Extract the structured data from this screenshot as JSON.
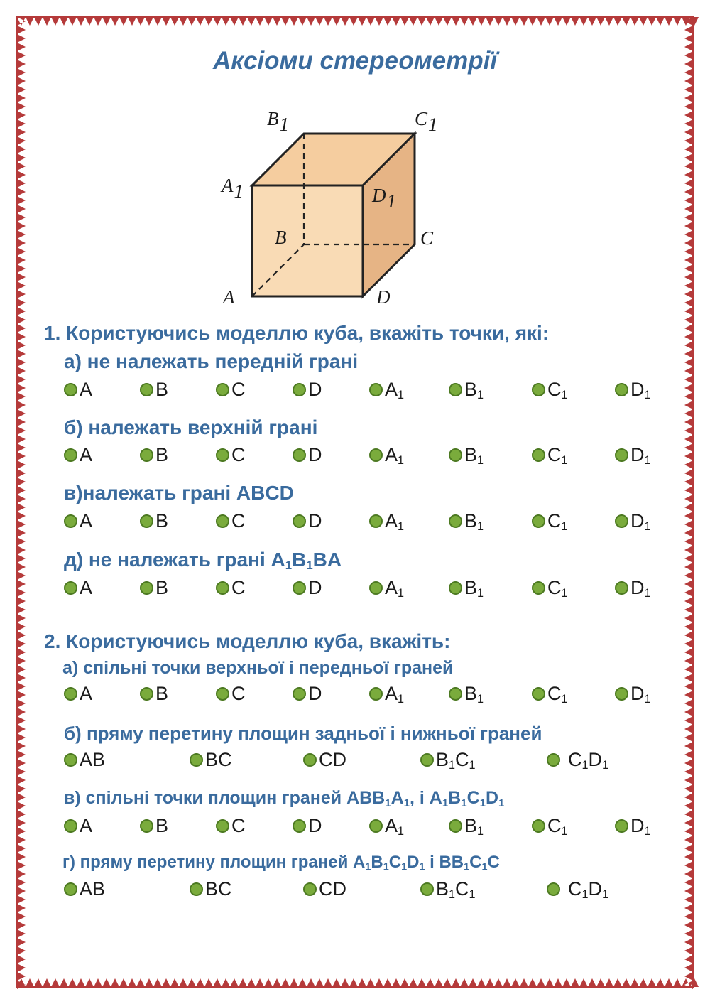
{
  "title": "Аксіоми стереометрії",
  "cube_labels": {
    "A": "A",
    "B": "B",
    "C": "C",
    "D": "D",
    "A1": "A",
    "B1": "B",
    "C1": "C",
    "D1": "D",
    "sub": "1"
  },
  "q1": {
    "heading": "1. Користуючись моделлю куба, вкажіть точки, які:",
    "a": "а) не належать передній грані",
    "b": "б) належать верхній грані",
    "c": "в)належать грані ABCD",
    "d": {
      "prefix": "д) не належать грані A",
      "p1": "1",
      "b": "B",
      "p2": "1",
      "suffix": "BA"
    }
  },
  "q2": {
    "heading": "2. Користуючись моделлю куба, вкажіть:",
    "a": "а) спільні точки верхньої і передньої граней",
    "b": "б) пряму перетину площин задньої і нижньої  граней",
    "c": {
      "t1": "в) спільні точки площин граней ABB",
      "s1": "1",
      "t2": "A",
      "s2": "1",
      "t3": ", і A",
      "s3": "1",
      "t4": "B",
      "s4": "1",
      "t5": "C",
      "s5": "1",
      "t6": "D",
      "s6": "1"
    },
    "d": {
      "t1": "г) пряму перетину площин граней A",
      "s1": "1",
      "t2": "B",
      "s2": "1",
      "t3": "C",
      "s3": "1",
      "t4": "D",
      "s4": "1",
      "t5": " і BB",
      "s5": "1",
      "t6": "C",
      "s6": "1",
      "t7": "C"
    }
  },
  "point_options": [
    {
      "l": "A",
      "s": ""
    },
    {
      "l": "B",
      "s": ""
    },
    {
      "l": "C",
      "s": ""
    },
    {
      "l": "D",
      "s": ""
    },
    {
      "l": "A",
      "s": "1"
    },
    {
      "l": "B",
      "s": "1"
    },
    {
      "l": "C",
      "s": "1"
    },
    {
      "l": "D",
      "s": "1"
    }
  ],
  "line_options": [
    {
      "parts": [
        "AB"
      ]
    },
    {
      "parts": [
        "BC"
      ]
    },
    {
      "parts": [
        "CD"
      ]
    },
    {
      "parts": [
        "B",
        "1",
        "C",
        "1"
      ]
    },
    {
      "parts": [
        "C",
        "1",
        "D",
        "1"
      ]
    }
  ],
  "colors": {
    "heading": "#3a6b9e",
    "dot": "#7aab3c",
    "border": "#b53a3a"
  }
}
